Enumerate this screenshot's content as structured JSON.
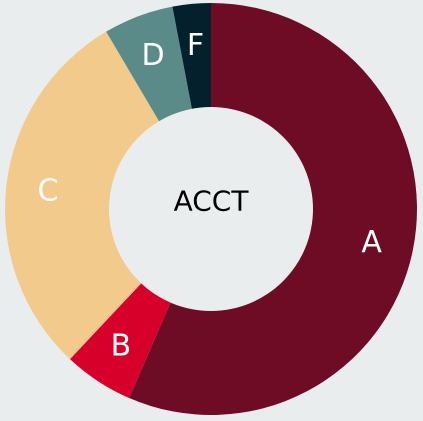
{
  "chart_data": {
    "type": "pie",
    "donut": true,
    "center_label": "ACCT",
    "slices": [
      {
        "label": "A",
        "value": 56.5,
        "color": "#6e0c25"
      },
      {
        "label": "B",
        "value": 5.5,
        "color": "#d6002b"
      },
      {
        "label": "C",
        "value": 29.5,
        "color": "#f2ca8c"
      },
      {
        "label": "D",
        "value": 5.5,
        "color": "#5b8b88"
      },
      {
        "label": "F",
        "value": 3.0,
        "color": "#04202c"
      }
    ]
  }
}
